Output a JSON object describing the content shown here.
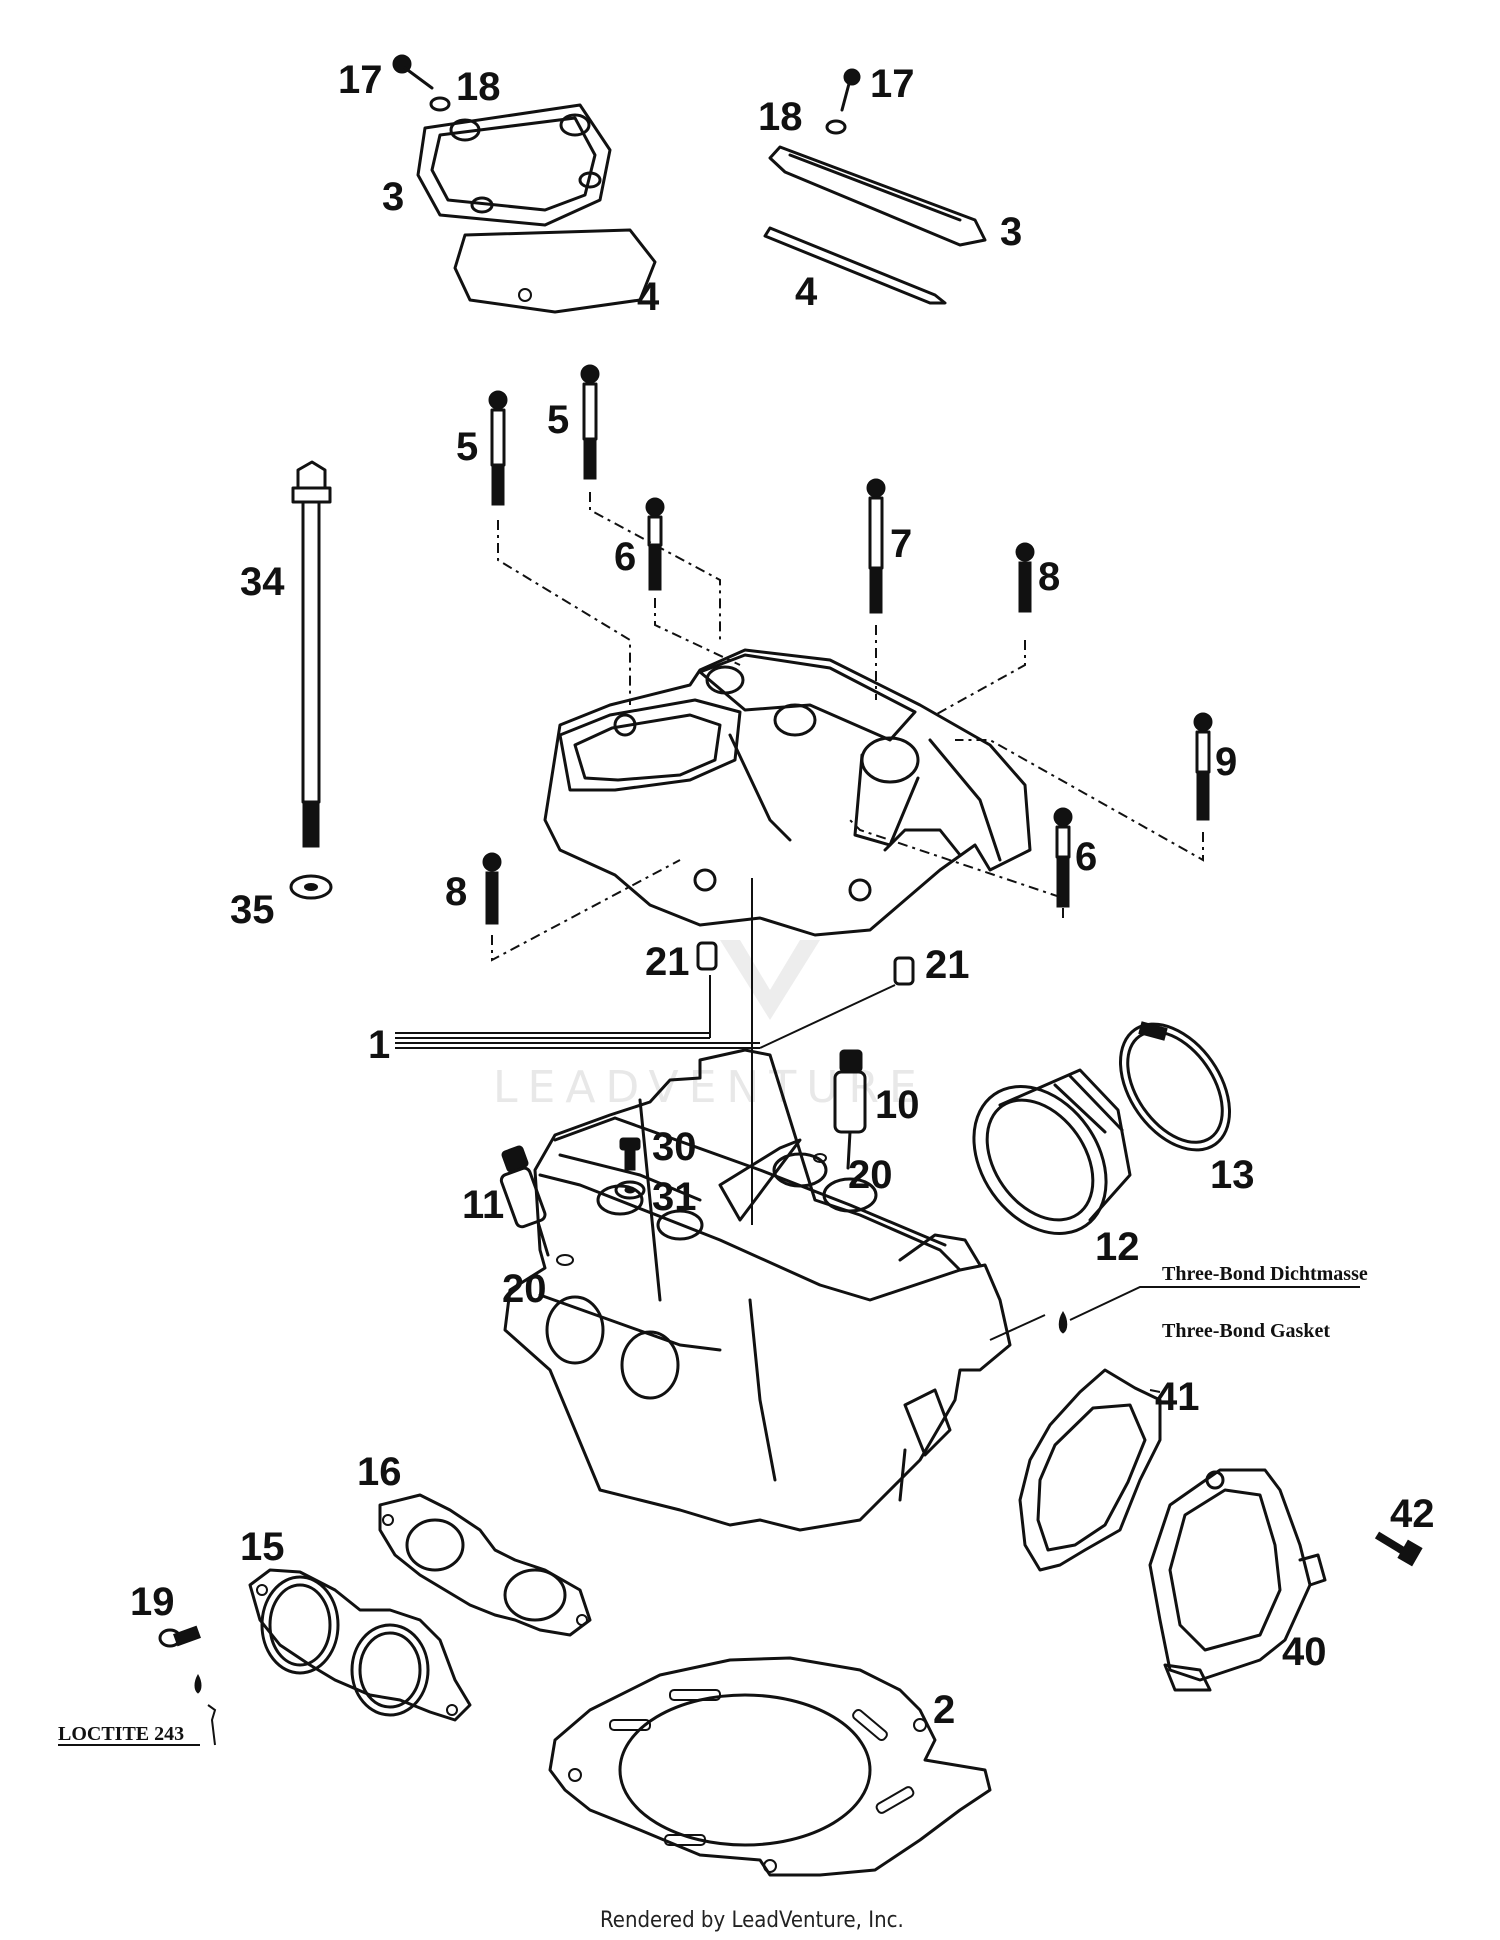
{
  "diagram": {
    "callouts": [
      {
        "id": "17a",
        "text": "17"
      },
      {
        "id": "18a",
        "text": "18"
      },
      {
        "id": "3a",
        "text": "3"
      },
      {
        "id": "4a",
        "text": "4"
      },
      {
        "id": "17b",
        "text": "17"
      },
      {
        "id": "18b",
        "text": "18"
      },
      {
        "id": "3b",
        "text": "3"
      },
      {
        "id": "4b",
        "text": "4"
      },
      {
        "id": "5a",
        "text": "5"
      },
      {
        "id": "5b",
        "text": "5"
      },
      {
        "id": "6a",
        "text": "6"
      },
      {
        "id": "7",
        "text": "7"
      },
      {
        "id": "8a",
        "text": "8"
      },
      {
        "id": "34",
        "text": "34"
      },
      {
        "id": "9",
        "text": "9"
      },
      {
        "id": "6b",
        "text": "6"
      },
      {
        "id": "8b",
        "text": "8"
      },
      {
        "id": "35",
        "text": "35"
      },
      {
        "id": "21a",
        "text": "21"
      },
      {
        "id": "21b",
        "text": "21"
      },
      {
        "id": "1",
        "text": "1"
      },
      {
        "id": "10",
        "text": "10"
      },
      {
        "id": "13",
        "text": "13"
      },
      {
        "id": "30",
        "text": "30"
      },
      {
        "id": "31",
        "text": "31"
      },
      {
        "id": "20a",
        "text": "20"
      },
      {
        "id": "11",
        "text": "11"
      },
      {
        "id": "12",
        "text": "12"
      },
      {
        "id": "20b",
        "text": "20"
      },
      {
        "id": "41",
        "text": "41"
      },
      {
        "id": "16",
        "text": "16"
      },
      {
        "id": "42",
        "text": "42"
      },
      {
        "id": "15",
        "text": "15"
      },
      {
        "id": "19",
        "text": "19"
      },
      {
        "id": "40",
        "text": "40"
      },
      {
        "id": "2",
        "text": "2"
      }
    ],
    "notes": {
      "three_bond_de": "Three-Bond Dichtmasse",
      "three_bond_en": "Three-Bond Gasket",
      "loctite": "LOCTITE 243"
    },
    "watermark": "LEADVENTURE",
    "footer": "Rendered by LeadVenture, Inc."
  }
}
